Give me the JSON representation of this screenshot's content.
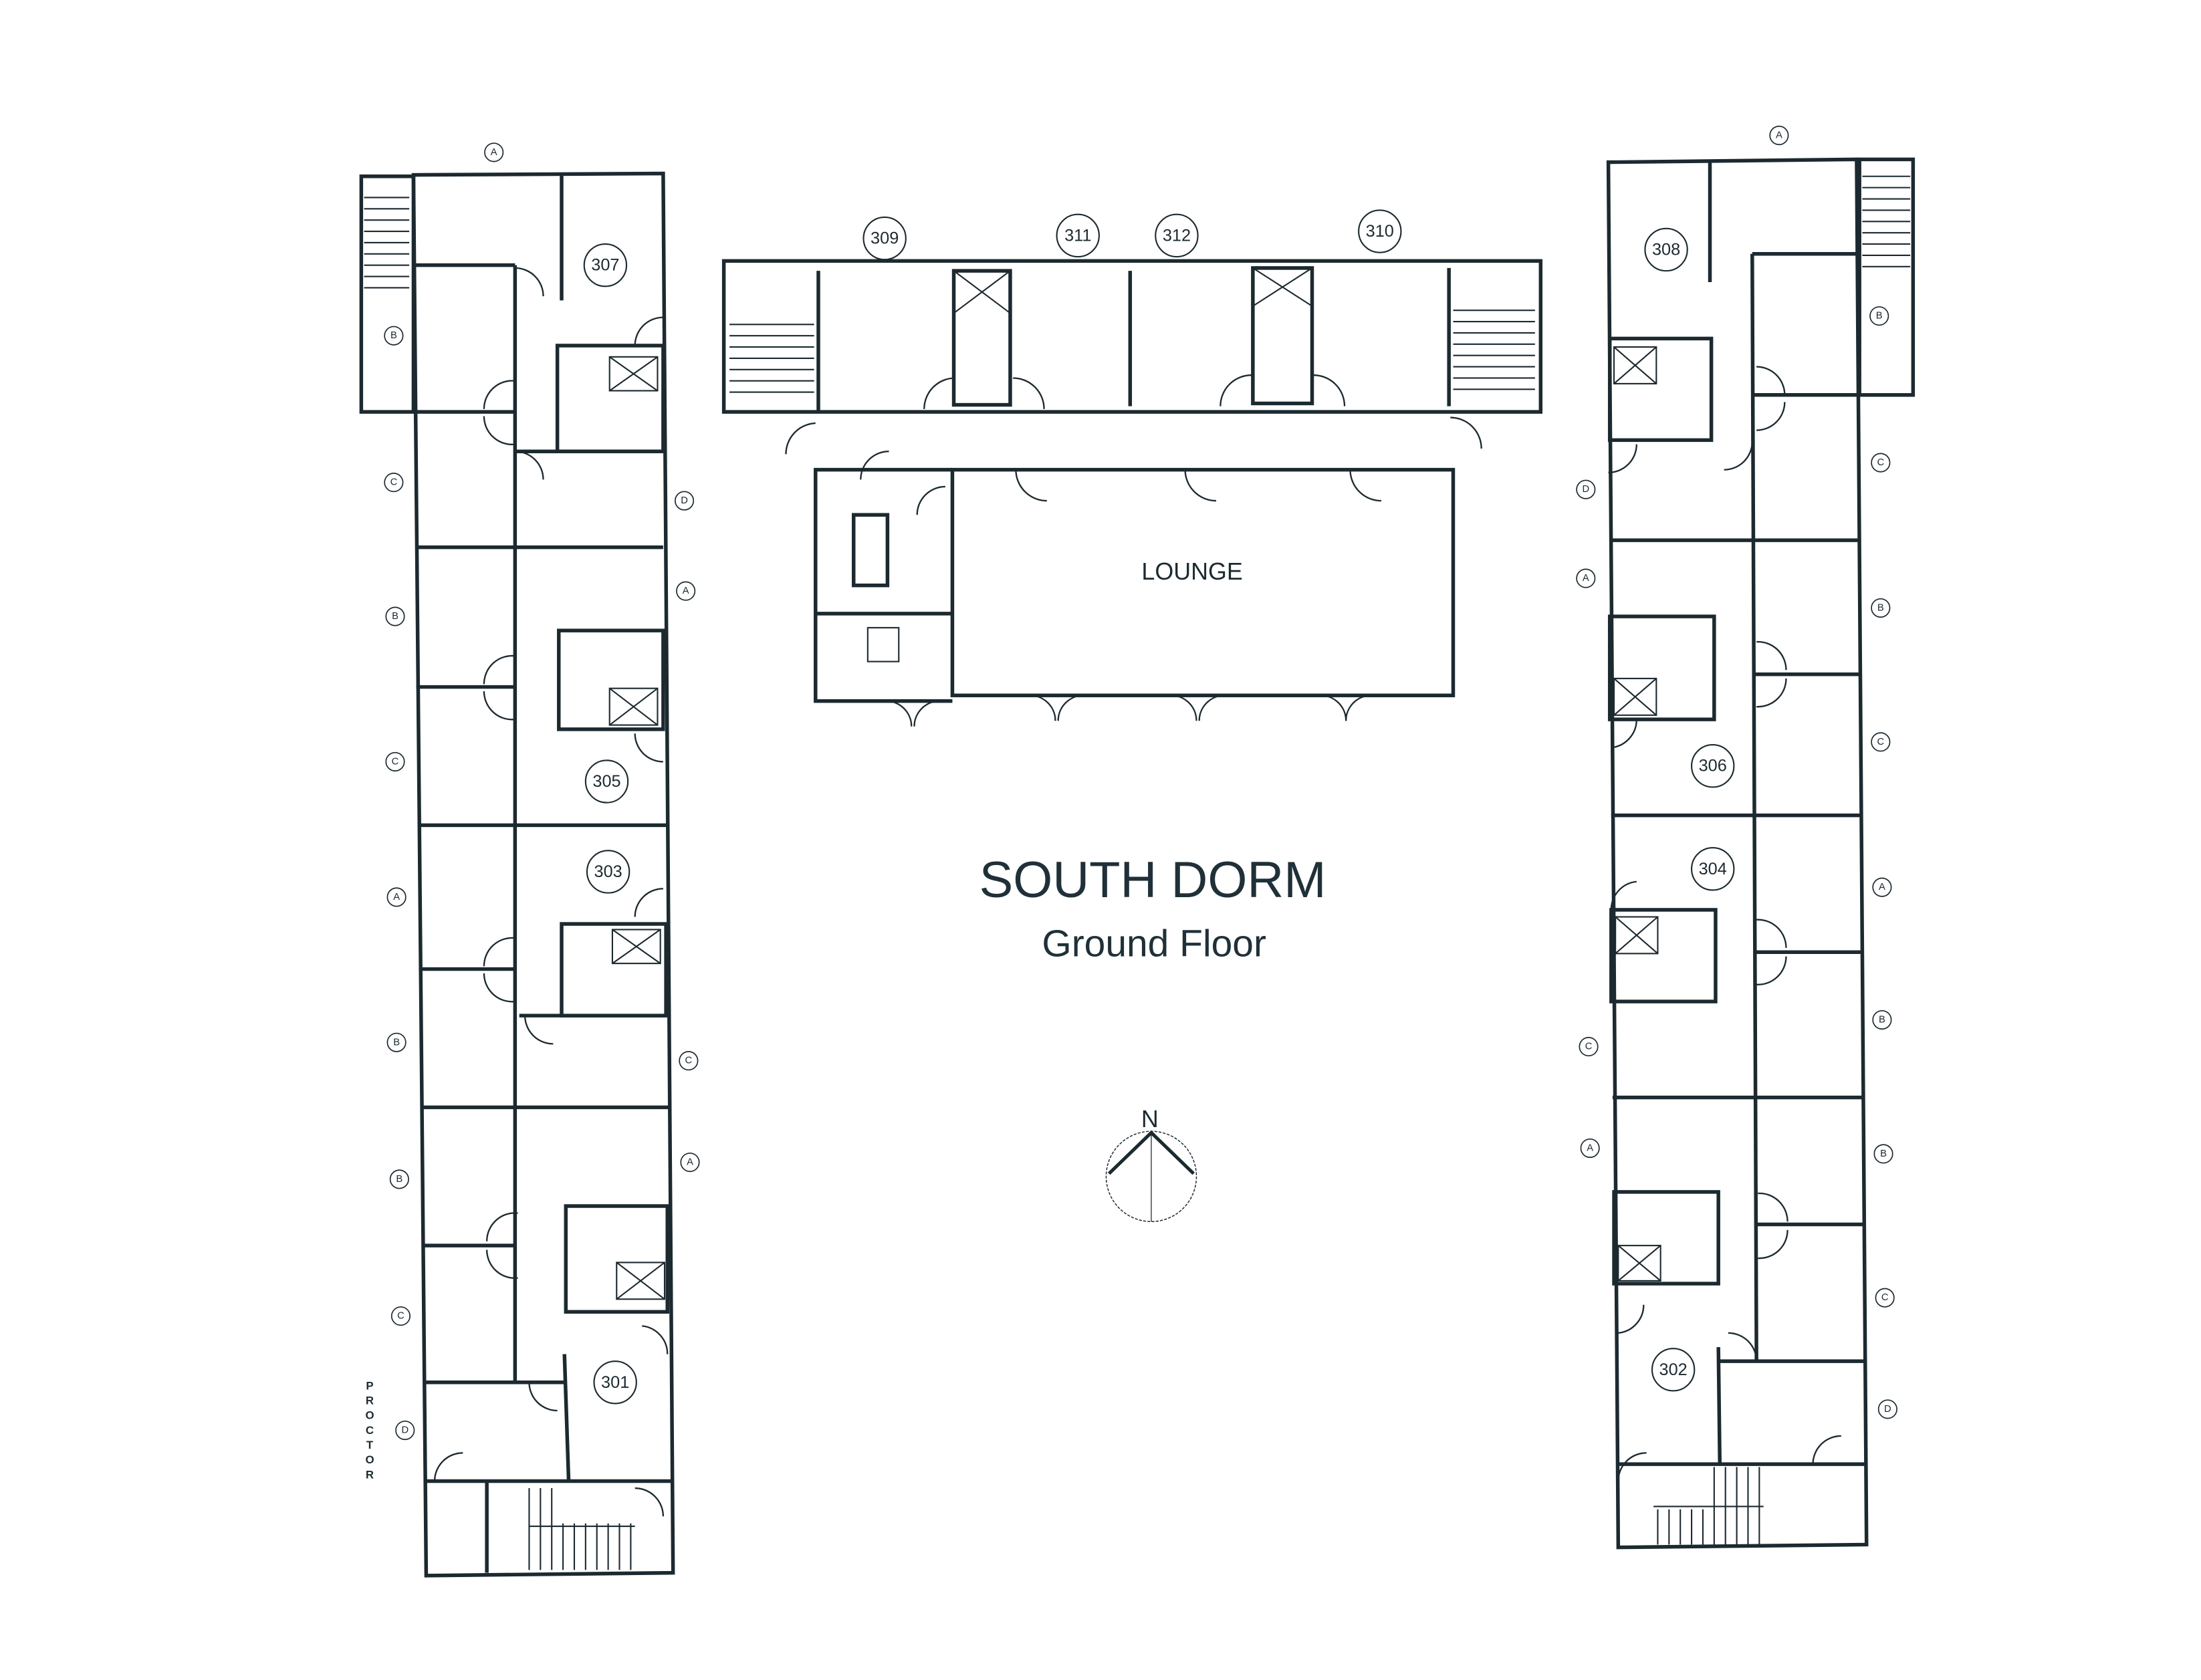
{
  "title": "SOUTH DORM",
  "subtitle": "Ground Floor",
  "lounge_label": "LOUNGE",
  "north_label": "N",
  "proctor_label": "PROCTOR",
  "rooms": [
    "307",
    "305",
    "303",
    "301",
    "309",
    "311",
    "312",
    "310",
    "308",
    "306",
    "304",
    "302"
  ],
  "bed_markers_left": [
    "A",
    "B",
    "C",
    "D",
    "A",
    "B",
    "C",
    "A",
    "B",
    "C",
    "A",
    "B",
    "C",
    "D"
  ],
  "bed_markers_right": [
    "A",
    "B",
    "C",
    "D",
    "A",
    "B",
    "C",
    "A",
    "B",
    "C",
    "A",
    "B",
    "C",
    "D"
  ],
  "colors": {
    "ink": "#1c2a30",
    "background": "#ffffff"
  }
}
